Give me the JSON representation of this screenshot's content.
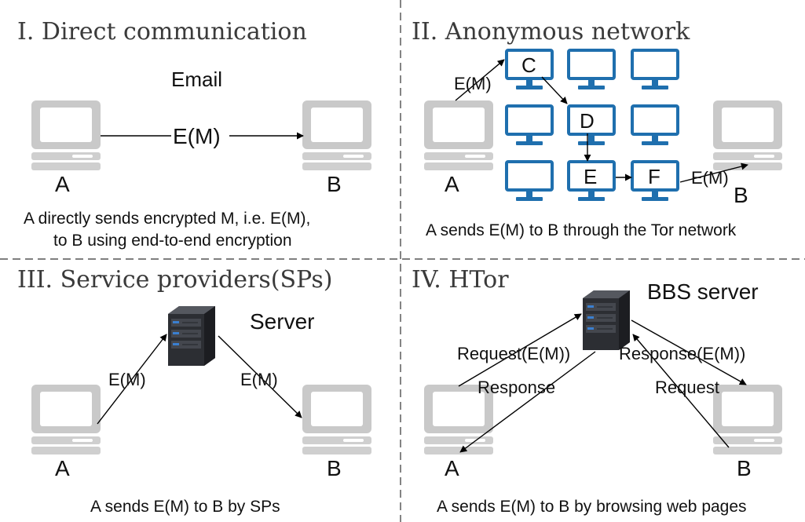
{
  "panels": {
    "direct": {
      "heading": "I. Direct communication",
      "channel": "Email",
      "edge": "E(M)",
      "sender": "A",
      "receiver": "B",
      "caption_line1": "A directly sends encrypted M, i.e. E(M),",
      "caption_line2": "to B using end-to-end encryption"
    },
    "anon": {
      "heading": "II. Anonymous network",
      "edge_in": "E(M)",
      "edge_out": "E(M)",
      "relay_c": "C",
      "relay_d": "D",
      "relay_e": "E",
      "relay_f": "F",
      "sender": "A",
      "receiver": "B",
      "caption": "A sends E(M) to B through the Tor network"
    },
    "sp": {
      "heading": "III. Service providers(SPs)",
      "server_label": "Server",
      "edge_up": "E(M)",
      "edge_down": "E(M)",
      "sender": "A",
      "receiver": "B",
      "caption": "A sends E(M) to B by SPs"
    },
    "htor": {
      "heading": "IV. HTor",
      "server_label": "BBS server",
      "request_em": "Request(E(M))",
      "response_em": "Response(E(M))",
      "response": "Response",
      "request": "Request",
      "sender": "A",
      "receiver": "B",
      "caption": "A sends E(M) to B by browsing web pages"
    }
  },
  "colors": {
    "desktop_gray": "#c9c9c9",
    "desktop_base": "#d4d4d4",
    "monitor_blue": "#1f6fae",
    "server_dark": "#3b3d42"
  }
}
